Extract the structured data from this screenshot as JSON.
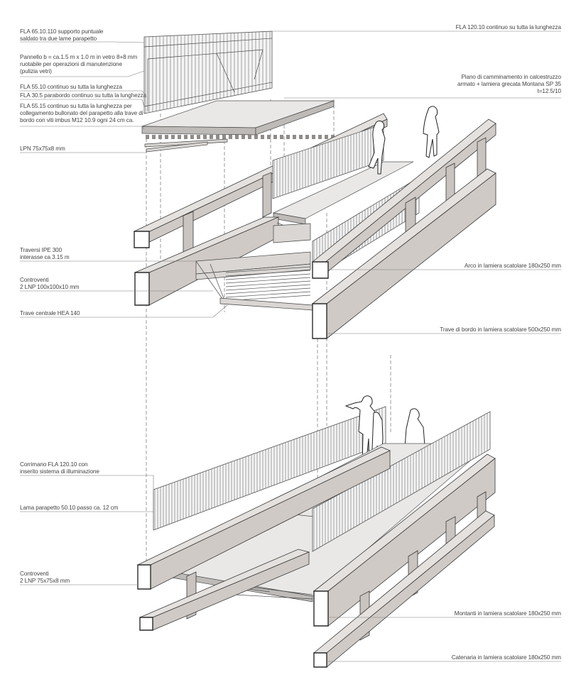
{
  "labels_left": [
    {
      "id": "fla-65-10-110",
      "text": "FLA 65.10.110 supporto puntuale\nsaldato tra due lame parapetto"
    },
    {
      "id": "pannello",
      "text": "Pannello b = ca.1.5 m x 1.0 m in vetro 8+8 mm\nruotabile per operazioni di manutenzione\n(pulizia vetri)"
    },
    {
      "id": "fla-55-10",
      "text": "FLA 55.10 continuo su tutta la lunghezza"
    },
    {
      "id": "fla-30-5",
      "text": "FLA 30.5 parabordo continuo su tutta la lunghezza"
    },
    {
      "id": "fla-55-15",
      "text": "FLA 55.15 continuo su tutta la lunghezza per\ncollegamento bullonato del parapetto alla trave di\nbordo con viti imbus M12 10.9 ogni 24 cm ca."
    },
    {
      "id": "lpn-75",
      "text": "LPN 75x75x8 mm"
    },
    {
      "id": "traversi",
      "text": "Traversi IPE 300\ninterasse ca 3.15 m"
    },
    {
      "id": "controventi-1",
      "text": "Controventi\n2 LNP 100x100x10 mm"
    },
    {
      "id": "trave-centrale",
      "text": "Trave centrale HEA 140"
    },
    {
      "id": "corrimano",
      "text": "Corrimano FLA 120.10 con\ninserito sistema di illuminazione"
    },
    {
      "id": "lama",
      "text": "Lama parapetto 50.10 passo ca. 12 cm"
    },
    {
      "id": "controventi-2",
      "text": "Controventi\n2 LNP 75x75x8 mm"
    }
  ],
  "labels_right": [
    {
      "id": "fla-120-10",
      "text": "FLA 120.10 continuo su tutta la lunghezza"
    },
    {
      "id": "piano",
      "text": "Piano di camminamento in calcestruzzo\narmato + lamiera grecata Montana SP 35\nt=12.5/10"
    },
    {
      "id": "arco",
      "text": "Arco in lamiera scatolare 180x250 mm"
    },
    {
      "id": "trave-bordo",
      "text": "Trave di bordo in lamiera scatolare 500x250 mm"
    },
    {
      "id": "montanti",
      "text": "Montanti in lamiera scatolare 180x250 mm"
    },
    {
      "id": "catenaria",
      "text": "Catenaria in lamiera scatolare 180x250 mm"
    }
  ]
}
